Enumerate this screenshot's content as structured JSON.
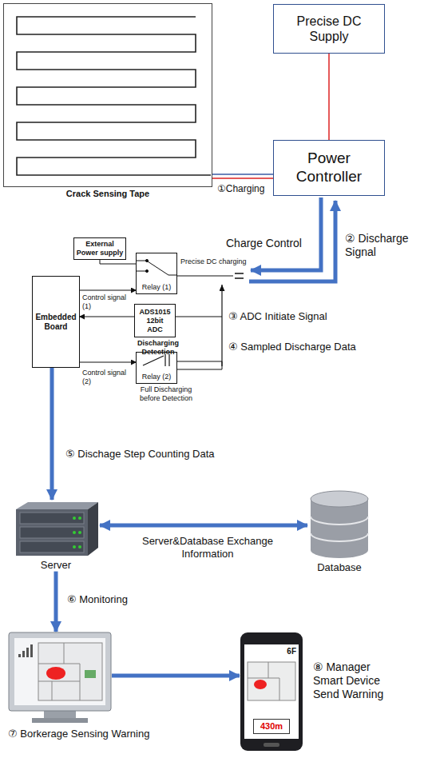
{
  "diagram": {
    "nodes": [
      {
        "text": [
          "Crack Sensing Tape"
        ]
      },
      {
        "text": [
          "Precise DC Supply"
        ]
      },
      {
        "text": [
          "Power Controller"
        ]
      },
      {
        "text": [
          "External Power supply"
        ]
      },
      {
        "text": [
          "Embedded Board"
        ]
      },
      {
        "text": [
          "Relay (1)"
        ]
      },
      {
        "text": [
          "ADS1015 12bit ADC",
          "Discharging Detection"
        ]
      },
      {
        "text": [
          "Relay (2)",
          "Full Discharging before Detection"
        ]
      },
      {
        "text": [
          "Server"
        ]
      },
      {
        "text": [
          "Database"
        ]
      },
      {
        "text": [
          "⑦ Borkerage Sensing Warning"
        ]
      },
      {
        "text": [
          "6F",
          "430m"
        ]
      }
    ],
    "edges": [
      {
        "from": 1,
        "to": 2,
        "arrow": "none"
      },
      {
        "from": 0,
        "to": 2,
        "arrow": "none",
        "label": "①Charging"
      },
      {
        "from": 3,
        "to": 5,
        "arrow": "none"
      },
      {
        "from": 4,
        "to": 5,
        "arrow": "to",
        "label": "Control signal (1)"
      },
      {
        "from": 6,
        "to": 4,
        "arrow": "to"
      },
      {
        "from": 4,
        "to": 7,
        "arrow": "to",
        "label": "Control signal (2)"
      },
      {
        "from": 4,
        "to": 8,
        "arrow": "to",
        "label": "⑤ Dischage Step Counting Data"
      },
      {
        "from": 8,
        "to": 9,
        "arrow": "both",
        "label": "Server&Database Exchange Information"
      },
      {
        "from": 8,
        "to": 10,
        "arrow": "to",
        "label": "⑥ Monitoring"
      },
      {
        "from": 10,
        "to": 11,
        "arrow": "to"
      }
    ],
    "labels": [
      "Charge Control",
      "② Discharge Signal",
      "Precise DC charging",
      "③ ADC Initiate Signal",
      "④ Sampled Discharge Data",
      "⑧ Manager Smart Device Send Warning"
    ]
  }
}
